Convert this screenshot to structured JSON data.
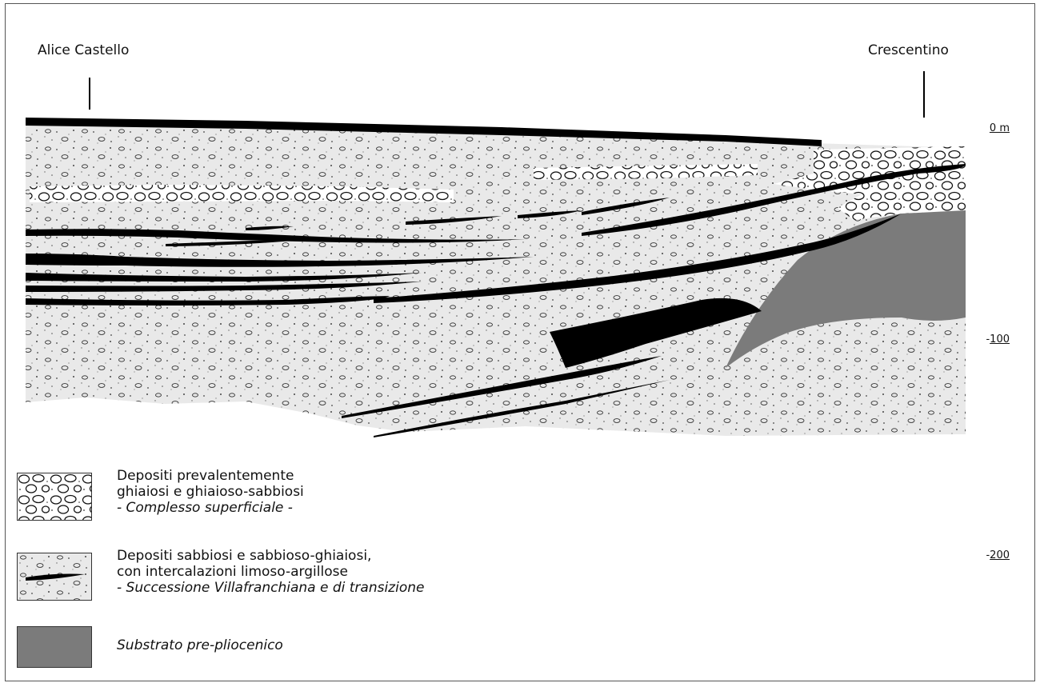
{
  "locations": {
    "left": "Alice Castello",
    "right": "Crescentino"
  },
  "depth_scale": {
    "unit": "m",
    "ticks": [
      {
        "value": "0",
        "label": "0 m"
      },
      {
        "value": "-100",
        "prefix": "-",
        "label": "100"
      },
      {
        "value": "-200",
        "prefix": "-",
        "label": "200"
      }
    ]
  },
  "legend": [
    {
      "id": "gravel",
      "lines": [
        "Depositi prevalentemente",
        "ghiaiosi e ghiaioso-sabbiosi"
      ],
      "italic": "- Complesso superficiale -"
    },
    {
      "id": "sand",
      "lines": [
        "Depositi sabbiosi e sabbioso-ghiaiosi,",
        "con intercalazioni limoso-argillose"
      ],
      "italic": "- Successione Villafranchiana e di transizione"
    },
    {
      "id": "substrate",
      "lines": [],
      "italic": "Substrato pre-pliocenico"
    }
  ],
  "colors": {
    "substrate": "#7b7b7b",
    "clay": "#000000",
    "sand_bg": "#e9e9e9",
    "frame": "#555555"
  }
}
